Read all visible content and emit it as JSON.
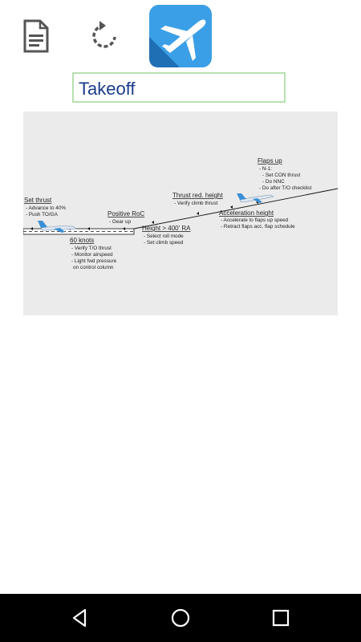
{
  "toolbar": {
    "document_icon": "document-icon",
    "refresh_icon": "refresh-icon",
    "logo_icon": "airplane-logo-icon"
  },
  "title": {
    "value": "Takeoff"
  },
  "diagram": {
    "set_thrust": {
      "title": "Set thrust",
      "items": [
        "- Advance to 40%",
        "- Push TO/GA"
      ]
    },
    "sixty_knots": {
      "title": "60 knots",
      "items": [
        "- Verify T/O thrust",
        "- Monitor airspeed",
        "- Light fwd pressure",
        "on control column"
      ]
    },
    "positive_roc": {
      "title": "Positive RoC",
      "items": [
        "- Gear up"
      ]
    },
    "height_400": {
      "title": "Height > 400' RA",
      "items": [
        "- Select roll mode",
        "- Set climb speed"
      ]
    },
    "thrust_red": {
      "title": "Thrust red. height",
      "items": [
        "- Verify climb thrust"
      ]
    },
    "accel_height": {
      "title": "Acceleration height",
      "items": [
        "- Accelerate to flaps up speed",
        "- Retract flaps acc. flap schedule"
      ]
    },
    "flaps_up": {
      "title": "Flaps up",
      "items": [
        "- N-1:",
        "- Set CON thrust",
        "- Do NNC",
        "- Do after T/O checklist"
      ]
    }
  },
  "navbar": {
    "back_icon": "back-triangle-icon",
    "home_icon": "home-circle-icon",
    "recent_icon": "recent-apps-square-icon"
  },
  "colors": {
    "title_text": "#1a3b8a",
    "title_border": "#b8e0b0",
    "logo_bg_dark": "#1f6fb5",
    "logo_bg_light": "#3a9fe6",
    "diagram_bg": "#ebebeb",
    "aircraft_blue": "#3b8fd4"
  }
}
